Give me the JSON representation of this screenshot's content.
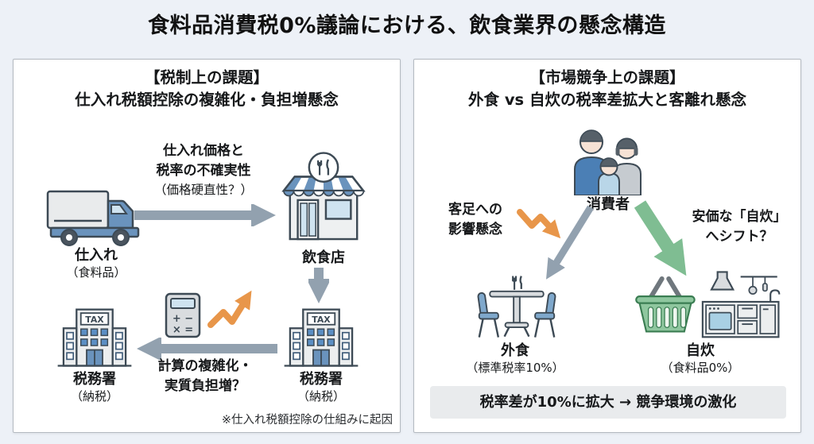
{
  "title": "食料品消費税0%議論における、飲食業界の懸念構造",
  "colors": {
    "background": "#edf1f7",
    "panel_border": "#b4bac1",
    "arrow_gray": "#92a1af",
    "arrow_orange": "#e8964a",
    "arrow_green": "#7fbd92",
    "banner_bg": "#e9ebed",
    "icon_blue": "#6a93bd",
    "basket_green": "#8fc79f"
  },
  "left": {
    "header1": "【税制上の課題】",
    "header2": "仕入れ税額控除の複雑化・負担増懸念",
    "flow1_line1": "仕入れ価格と",
    "flow1_line2": "税率の不確実性",
    "flow1_line3": "（価格硬直性？）",
    "supply_label": "仕入れ",
    "supply_sub": "（食料品）",
    "restaurant_label": "飲食店",
    "tax_sign": "TAX",
    "tax_right_label": "税務署",
    "tax_right_sub": "（納税）",
    "flow2_line1": "計算の複雑化・",
    "flow2_line2": "実質負担増？",
    "tax_left_label": "税務署",
    "tax_left_sub": "（納税）",
    "calc_row1": "+ −",
    "calc_row2": "× =",
    "note": "※仕入れ税額控除の仕組みに起因"
  },
  "right": {
    "header1": "【市場競争上の課題】",
    "header2": "外食 vs 自炊の税率差拡大と客離れ懸念",
    "consumer_label": "消費者",
    "concern_left_line1": "客足への",
    "concern_left_line2": "影響懸念",
    "concern_right_line1": "安価な「自炊」",
    "concern_right_line2": "へシフト？",
    "dineout_label": "外食",
    "dineout_sub": "（標準税率10%）",
    "selfcook_label": "自炊",
    "selfcook_sub": "（食料品0%）",
    "banner": "税率差が10%に拡大 → 競争環境の激化"
  }
}
